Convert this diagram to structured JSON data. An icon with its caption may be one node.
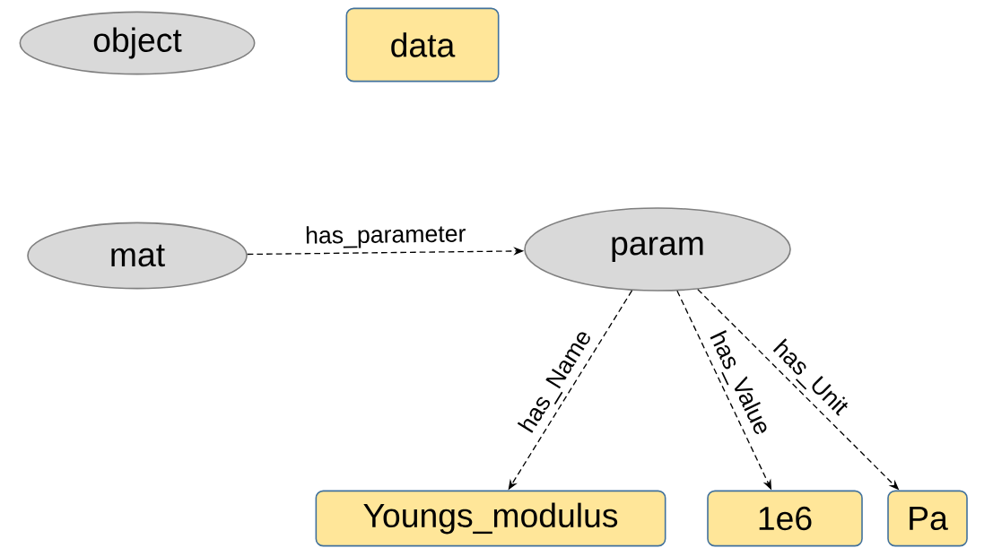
{
  "diagram": {
    "nodes": [
      {
        "text": [
          "object"
        ]
      },
      {
        "text": [
          "data"
        ]
      },
      {
        "text": [
          "mat"
        ]
      },
      {
        "text": [
          "param"
        ]
      },
      {
        "text": [
          "Youngs_modulus"
        ]
      },
      {
        "text": [
          "1e6"
        ]
      },
      {
        "text": [
          "Pa"
        ]
      }
    ],
    "edges": [
      {
        "from": 2,
        "to": 3,
        "arrow": "to",
        "label": "has_parameter",
        "style": "dashed"
      },
      {
        "from": 3,
        "to": 4,
        "arrow": "to",
        "label": "has_Name",
        "style": "dashed"
      },
      {
        "from": 3,
        "to": 5,
        "arrow": "to",
        "label": "has_Value",
        "style": "dashed"
      },
      {
        "from": 3,
        "to": 6,
        "arrow": "to",
        "label": "has_Unit",
        "style": "dashed"
      }
    ]
  }
}
